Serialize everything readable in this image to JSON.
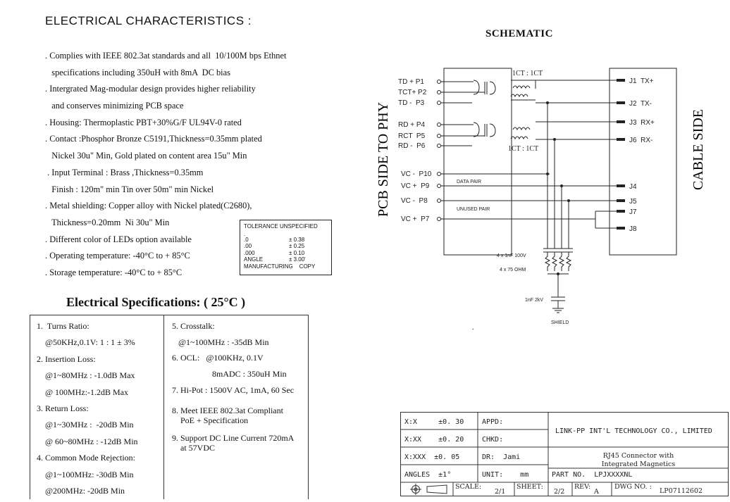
{
  "electrical": {
    "title": "ELECTRICAL CHARACTERISTICS :",
    "lines": [
      ". Complies with IEEE 802.3at standards and all  10/100M bps Ethnet",
      "   specifications including 350uH with 8mA  DC bias",
      ". Intergrated Mag-modular design provides higher reliability",
      "   and conserves minimizing PCB space",
      ". Housing: Thermoplastic PBT+30%G/F UL94V-0 rated",
      ". Contact :Phosphor Bronze C5191,Thickness=0.35mm plated",
      "   Nickel 30u\" Min, Gold plated on content area 15u\" Min",
      " . Input Terminal : Brass ,Thickness=0.35mm",
      "   Finish : 120m\" min Tin over 50m\" min Nickel",
      ". Metal shielding: Copper alloy with Nickel plated(C2680),",
      "   Thickness=0.20mm  Ni 30u\" Min",
      ". Different color of LEDs option available",
      ". Operating temperature: -40°C to + 85°C",
      ". Storage temperature: -40°C to + 85°C"
    ]
  },
  "tolerance": {
    "header": "TOLERANCE  UNSPECIFIED",
    "dot": ".",
    "rows": [
      {
        "k": ".0",
        "v": "± 0.38"
      },
      {
        "k": ".00",
        "v": "± 0.25"
      },
      {
        "k": ".000",
        "v": "± 0.10"
      },
      {
        "k": "ANGLE",
        "v": "± 3.00'"
      }
    ],
    "footer": "MANUFACTURING    COPY"
  },
  "specs": {
    "title": "Electrical Specifications: ( 25°C )",
    "left": [
      "1.  Turns Ratio:",
      "    @50KHz,0.1V: 1 : 1 ± 3%",
      "2. Insertion Loss:",
      "    @1~80MHz : -1.0dB Max",
      "    @ 100MHz:-1.2dB Max",
      "3. Return Loss:",
      "    @1~30MHz :  -20dB Min",
      "    @ 60~80MHz : -12dB Min",
      "4. Common Mode Rejection:",
      "    @1~100MHz: -30dB Min",
      "    @200MHz: -20dB Min"
    ],
    "right": [
      "5. Crosstalk:",
      "   @1~100MHz : -35dB Min",
      "6. OCL:   @100KHz, 0.1V",
      "                   8mADC : 350uH Min",
      "7. Hi-Pot : 1500V AC, 1mA, 60 Sec",
      "8. Meet IEEE 802.3at Compliant",
      "    PoE + Specification",
      "9. Support DC Line Current 720mA",
      "    at 57VDC"
    ]
  },
  "schematic": {
    "title": "SCHEMATIC",
    "left_side": "PCB SIDE TO PHY",
    "right_side": "CABLE SIDE",
    "pins_left": [
      "TD + P1",
      "TCT+ P2",
      "TD -  P3",
      "RD + P4",
      "RCT  P5",
      "RD -  P6",
      "VC -  P10",
      "VC +  P9",
      "VC -  P8",
      "VC +  P7"
    ],
    "pins_right": [
      "J1  TX+",
      "J2  TX-",
      "J3  RX+",
      "J6  RX-",
      "J4",
      "J5",
      "J7",
      "J8"
    ],
    "ct_top": "1CT : 1CT",
    "ct_bottom": "1CT : 1CT",
    "data_pair": "DATA PAIR",
    "unused_pair": "UNUSED PAIR",
    "cap_label": "4 x 1nF 100V",
    "res_label": "4 x 75 OHM",
    "hv_cap": "1nF 2kV",
    "shield": "SHIELD"
  },
  "title_block": {
    "tol1": "X:X     ±0. 30",
    "tol2": "X:XX    ±0. 20",
    "tol3": "X:XXX  ±0. 05",
    "angles": "ANGLES  ±1°",
    "appd": "APPD:",
    "chkd": "CHKD:",
    "dr": "DR:  Jami",
    "unit": "UNIT:    mm",
    "company": "LINK-PP INT'L TECHNOLOGY CO., LIMITED",
    "desc1": "RJ45 Connector with",
    "desc2": "Integrated Magnetics",
    "part": "PART NO.  LPJXXXXNL",
    "scale_l": "SCALE:",
    "scale_v": "2/1",
    "sheet_l": "SHEET:",
    "sheet_v": "2/2",
    "rev_l": "REV:",
    "rev_v": "A",
    "dwg_l": "DWG NO. :",
    "dwg_v": "LP07112602"
  }
}
